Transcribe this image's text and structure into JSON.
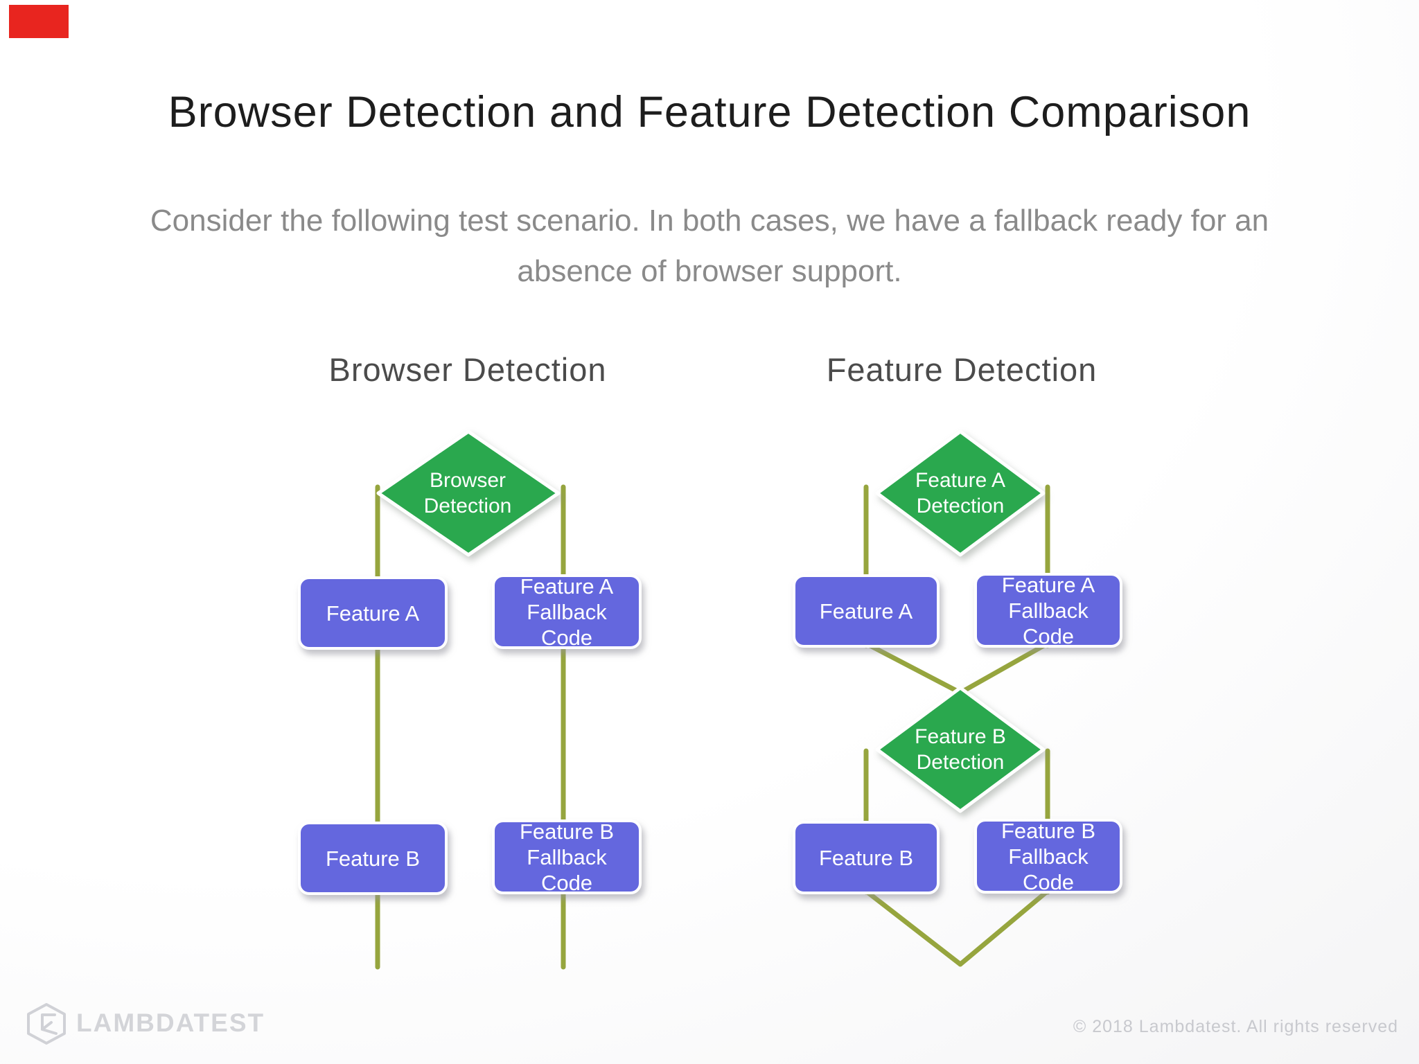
{
  "slide": {
    "title": "Browser Detection and Feature Detection Comparison",
    "subtitle_line1": "Consider the following test scenario. In both cases, we have a fallback ready for an",
    "subtitle_line2": "absence of browser support."
  },
  "left_diagram": {
    "heading": "Browser Detection",
    "decision_diamond": "Browser Detection",
    "feature_a_box": "Feature A",
    "feature_a_fallback_box": "Feature A Fallback Code",
    "feature_b_box": "Feature B",
    "feature_b_fallback_box": "Feature B Fallback Code"
  },
  "right_diagram": {
    "heading": "Feature Detection",
    "feature_a_decision_diamond": "Feature A Detection",
    "feature_a_box": "Feature A",
    "feature_a_fallback_box": "Feature A Fallback Code",
    "feature_b_decision_diamond": "Feature B Detection",
    "feature_b_box": "Feature B",
    "feature_b_fallback_box": "Feature B Fallback Code"
  },
  "footer": {
    "brand": "LAMBDATEST",
    "copyright": "© 2018 Lambdatest. All rights reserved"
  },
  "colors": {
    "diamond_green": "#2aa84e",
    "box_blue": "#6467de",
    "connector_olive": "#96a53e",
    "marker_red": "#e8251f"
  }
}
